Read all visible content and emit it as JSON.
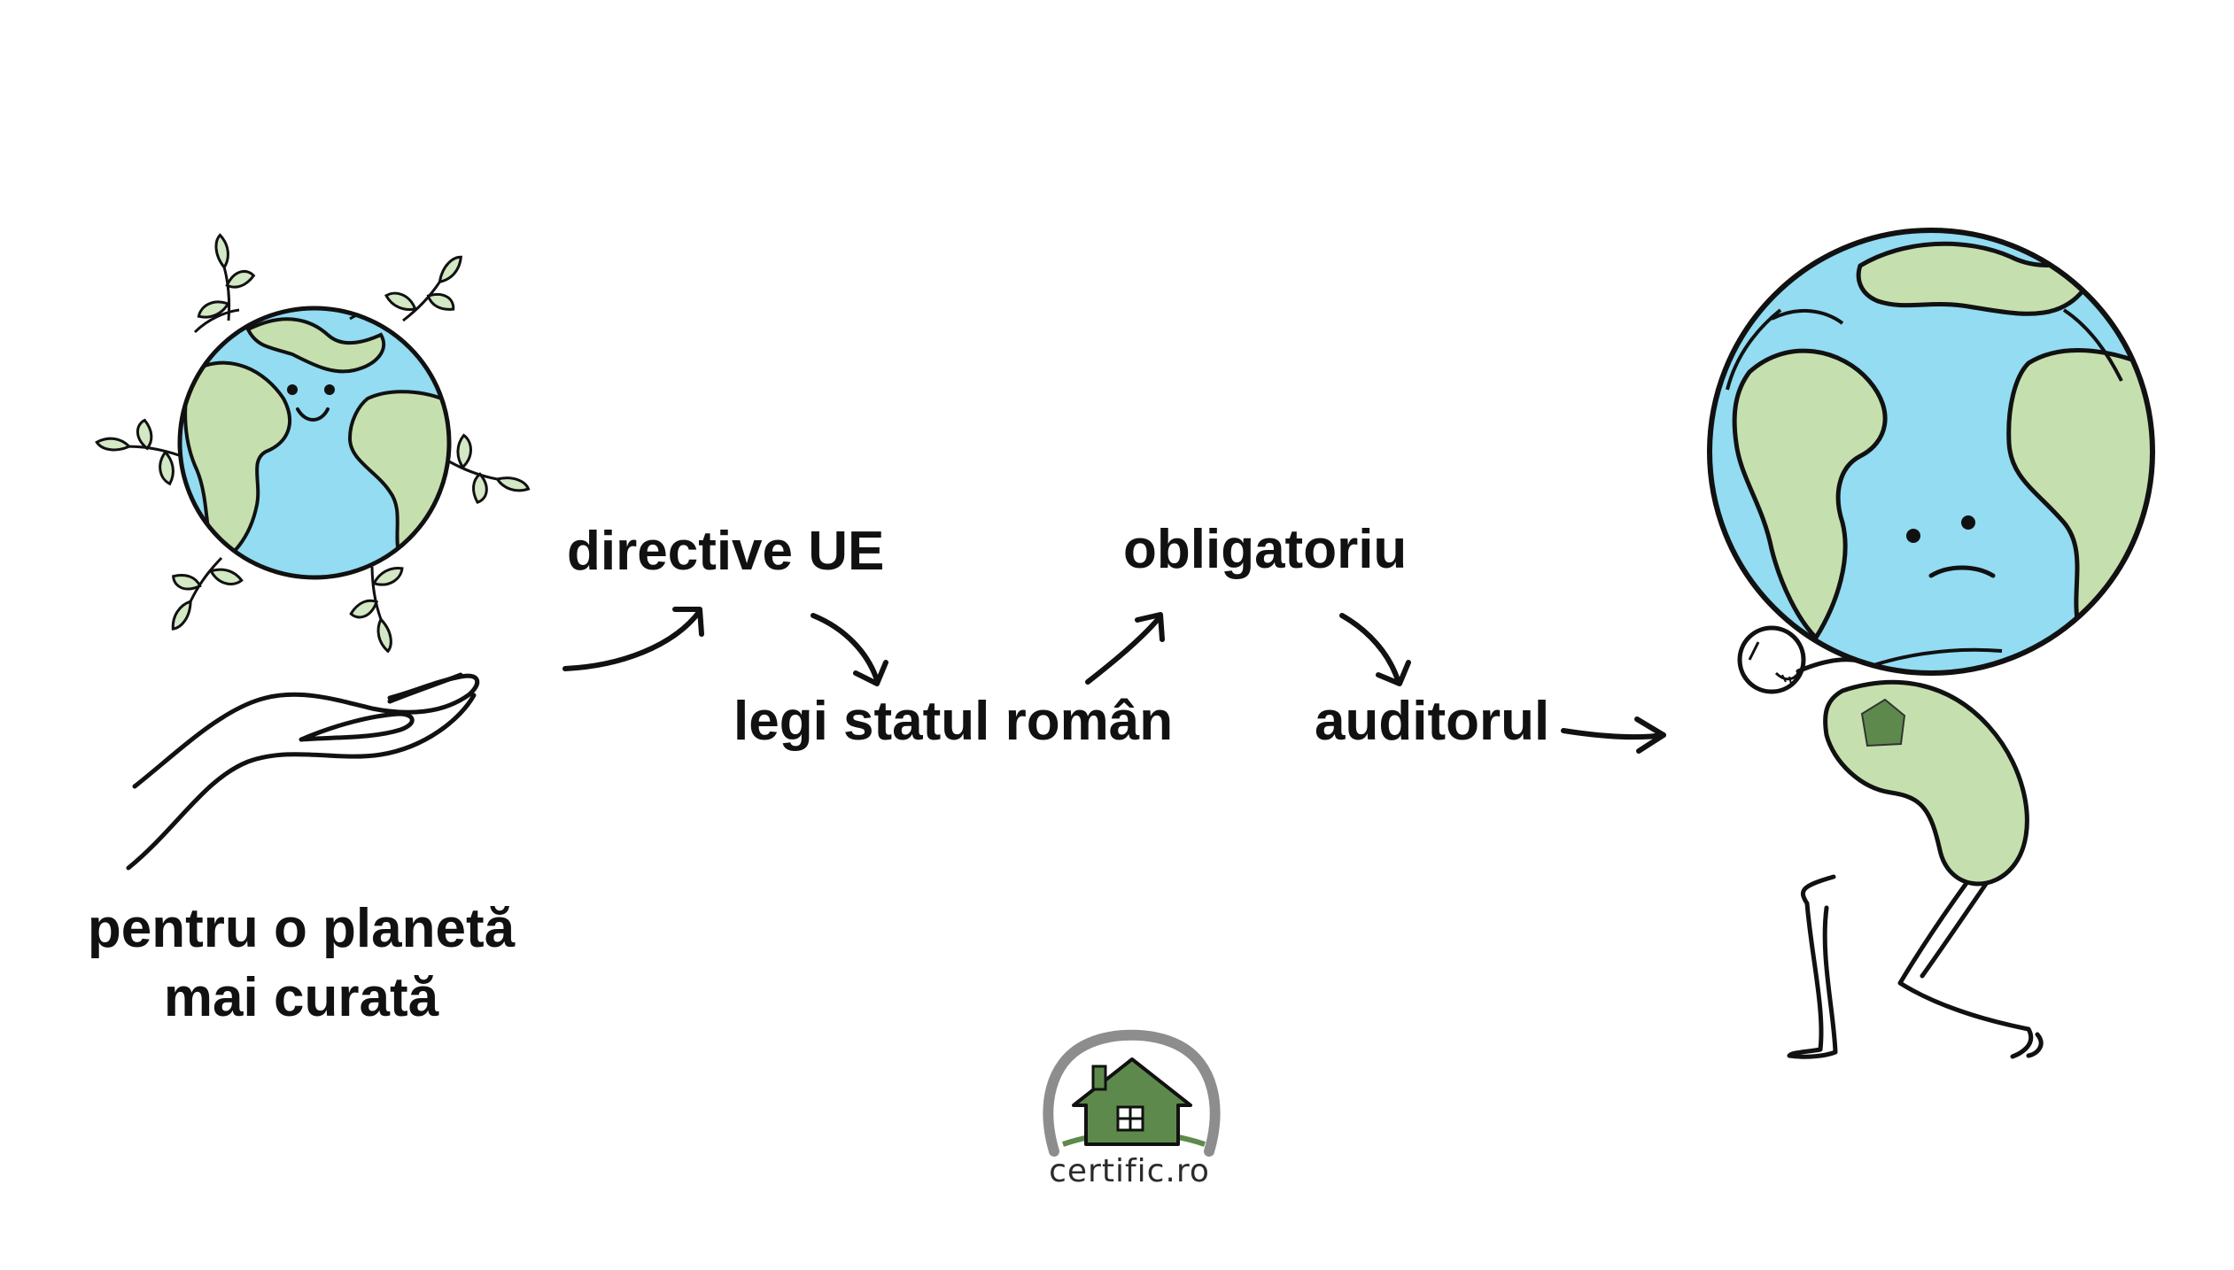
{
  "caption": {
    "line1": "pentru o planetă",
    "line2": "mai curată"
  },
  "flow": {
    "step1": "directive UE",
    "step2": "legi statul român",
    "step3": "obligatoriu",
    "step4": "auditorul"
  },
  "brand": {
    "text": "certific.ro"
  },
  "colors": {
    "ocean": "#93dcf2",
    "land": "#c5e0ae",
    "leaf": "#d3e8c4",
    "logo_green": "#5d8a4c",
    "logo_ring": "#8d8d8d",
    "ink": "#111111"
  },
  "icons": [
    "happy-earth-icon",
    "open-hand-icon",
    "sad-earth-carrier-icon",
    "house-logo-icon"
  ]
}
